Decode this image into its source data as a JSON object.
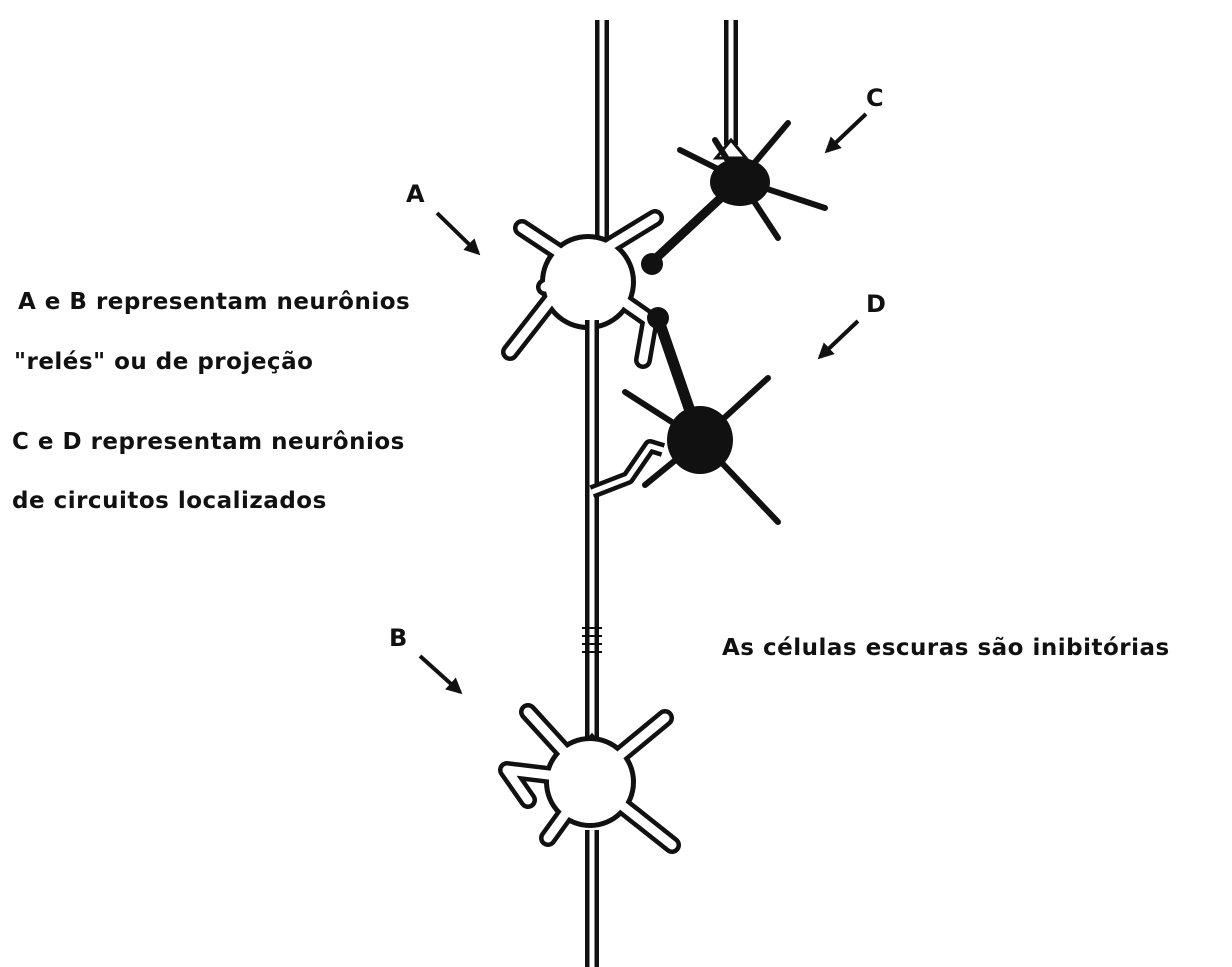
{
  "labels": {
    "a": "A",
    "b": "B",
    "c": "C",
    "d": "D"
  },
  "legend": {
    "line1": "A e B representam neurônios",
    "line2": "\"relés\" ou de projeção",
    "line3": "C e D representam neurônios",
    "line4": "de circuitos localizados"
  },
  "note": "As células escuras são inibitórias",
  "colors": {
    "ink": "#111111",
    "light_cell": "#ffffff",
    "dark_cell": "#111111",
    "background": "#ffffff"
  }
}
